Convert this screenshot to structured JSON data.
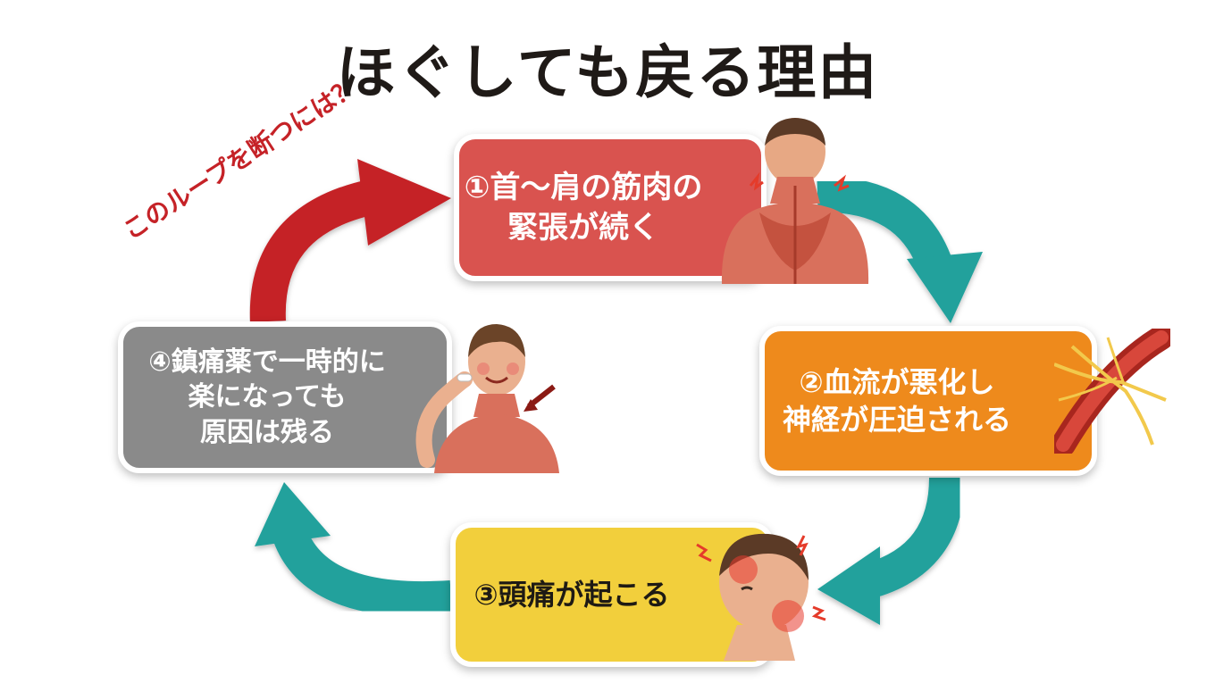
{
  "title": "ほぐしても戻る理由",
  "steps": [
    {
      "line1": "①首～肩の筋肉の",
      "line2": "緊張が続く"
    },
    {
      "line1": "②血流が悪化し",
      "line2": "神経が圧迫される"
    },
    {
      "line1": "③頭痛が起こる"
    },
    {
      "line1": "④鎮痛薬で一時的に",
      "line2": "楽になっても",
      "line3": "原因は残る"
    }
  ],
  "callout": "このループを断つには？",
  "colors": {
    "step1": "#d9534f",
    "step2": "#ee8a1c",
    "step3": "#f2cf3c",
    "step4": "#8a8a8a",
    "cycle_arrow": "#23a19c",
    "loop_arrow": "#c52227"
  },
  "icons": [
    "neck-shoulder-muscle-icon",
    "blood-vessel-nerve-icon",
    "headache-head-icon",
    "painkiller-person-icon"
  ]
}
